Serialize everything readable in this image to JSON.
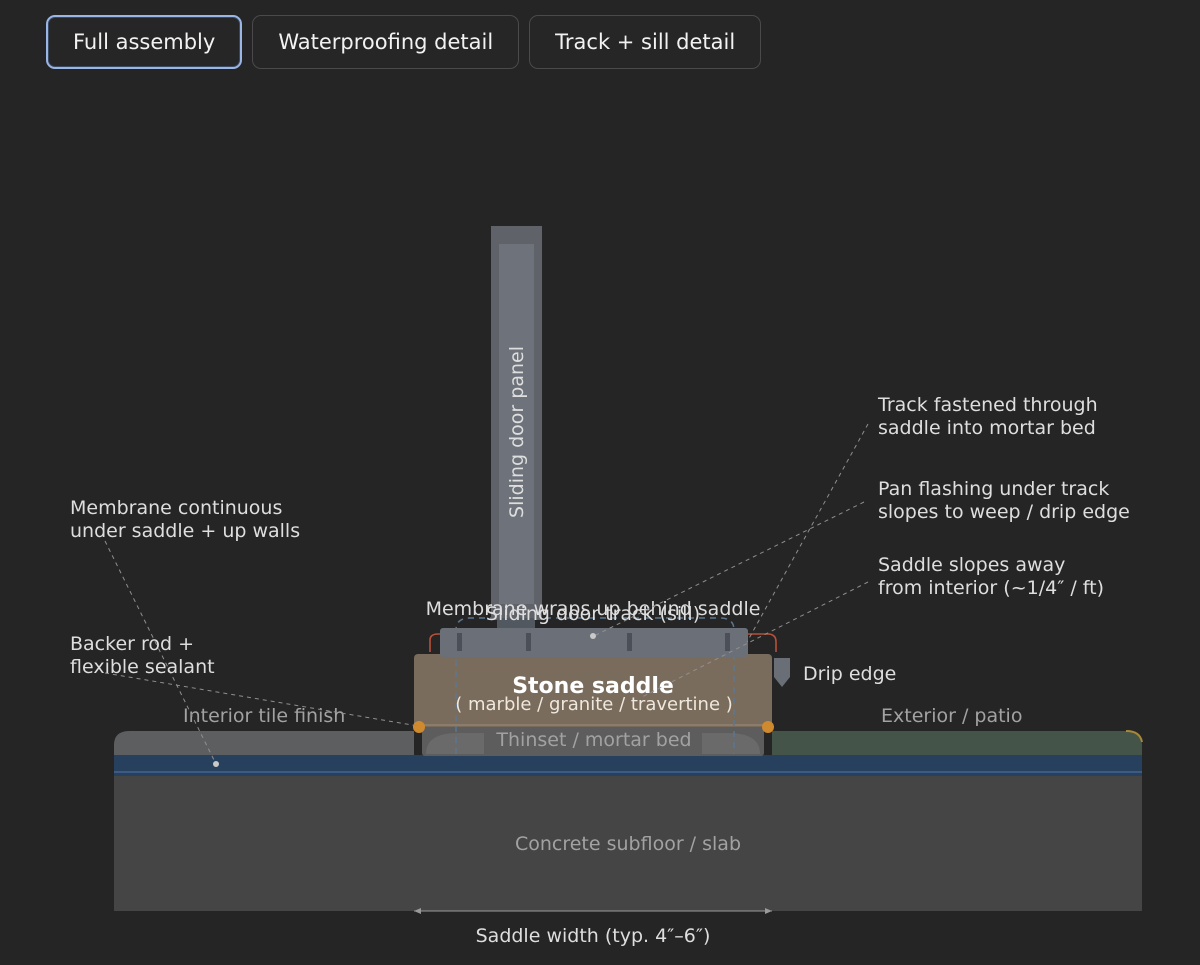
{
  "tabs": [
    {
      "label": "Full assembly",
      "active": true
    },
    {
      "label": "Waterproofing detail",
      "active": false
    },
    {
      "label": "Track + sill detail",
      "active": false
    }
  ],
  "diagram": {
    "door_panel": "Sliding door panel",
    "track": "Sliding door track (sill)",
    "membrane_wrap": "Membrane wraps up behind saddle",
    "stone_title": "Stone saddle",
    "stone_sub": "( marble / granite / travertine )",
    "mortar": "Thinset / mortar bed",
    "interior": "Interior tile finish",
    "exterior": "Exterior / patio",
    "subfloor": "Concrete subfloor / slab",
    "drip": "Drip edge",
    "width": "Saddle width (typ. 4″–6″)",
    "callouts": {
      "fastened": [
        "Track fastened through",
        "saddle into mortar bed"
      ],
      "pan": [
        "Pan flashing under track",
        "slopes to weep / drip edge"
      ],
      "slope": [
        "Saddle slopes away",
        "from interior (~1/4″ / ft)"
      ],
      "membrane": [
        "Membrane continuous",
        "under saddle + up walls"
      ],
      "backer": [
        "Backer rod +",
        "flexible sealant"
      ]
    }
  },
  "colors": {
    "stone": "#7a6c5d",
    "membrane": "#27405e",
    "interior_tile": "#5c5e60",
    "exterior": "#455448",
    "slab": "#454545",
    "track": "#6b7078",
    "sealant": "#d08a2e",
    "flashing": "#b7503a"
  }
}
